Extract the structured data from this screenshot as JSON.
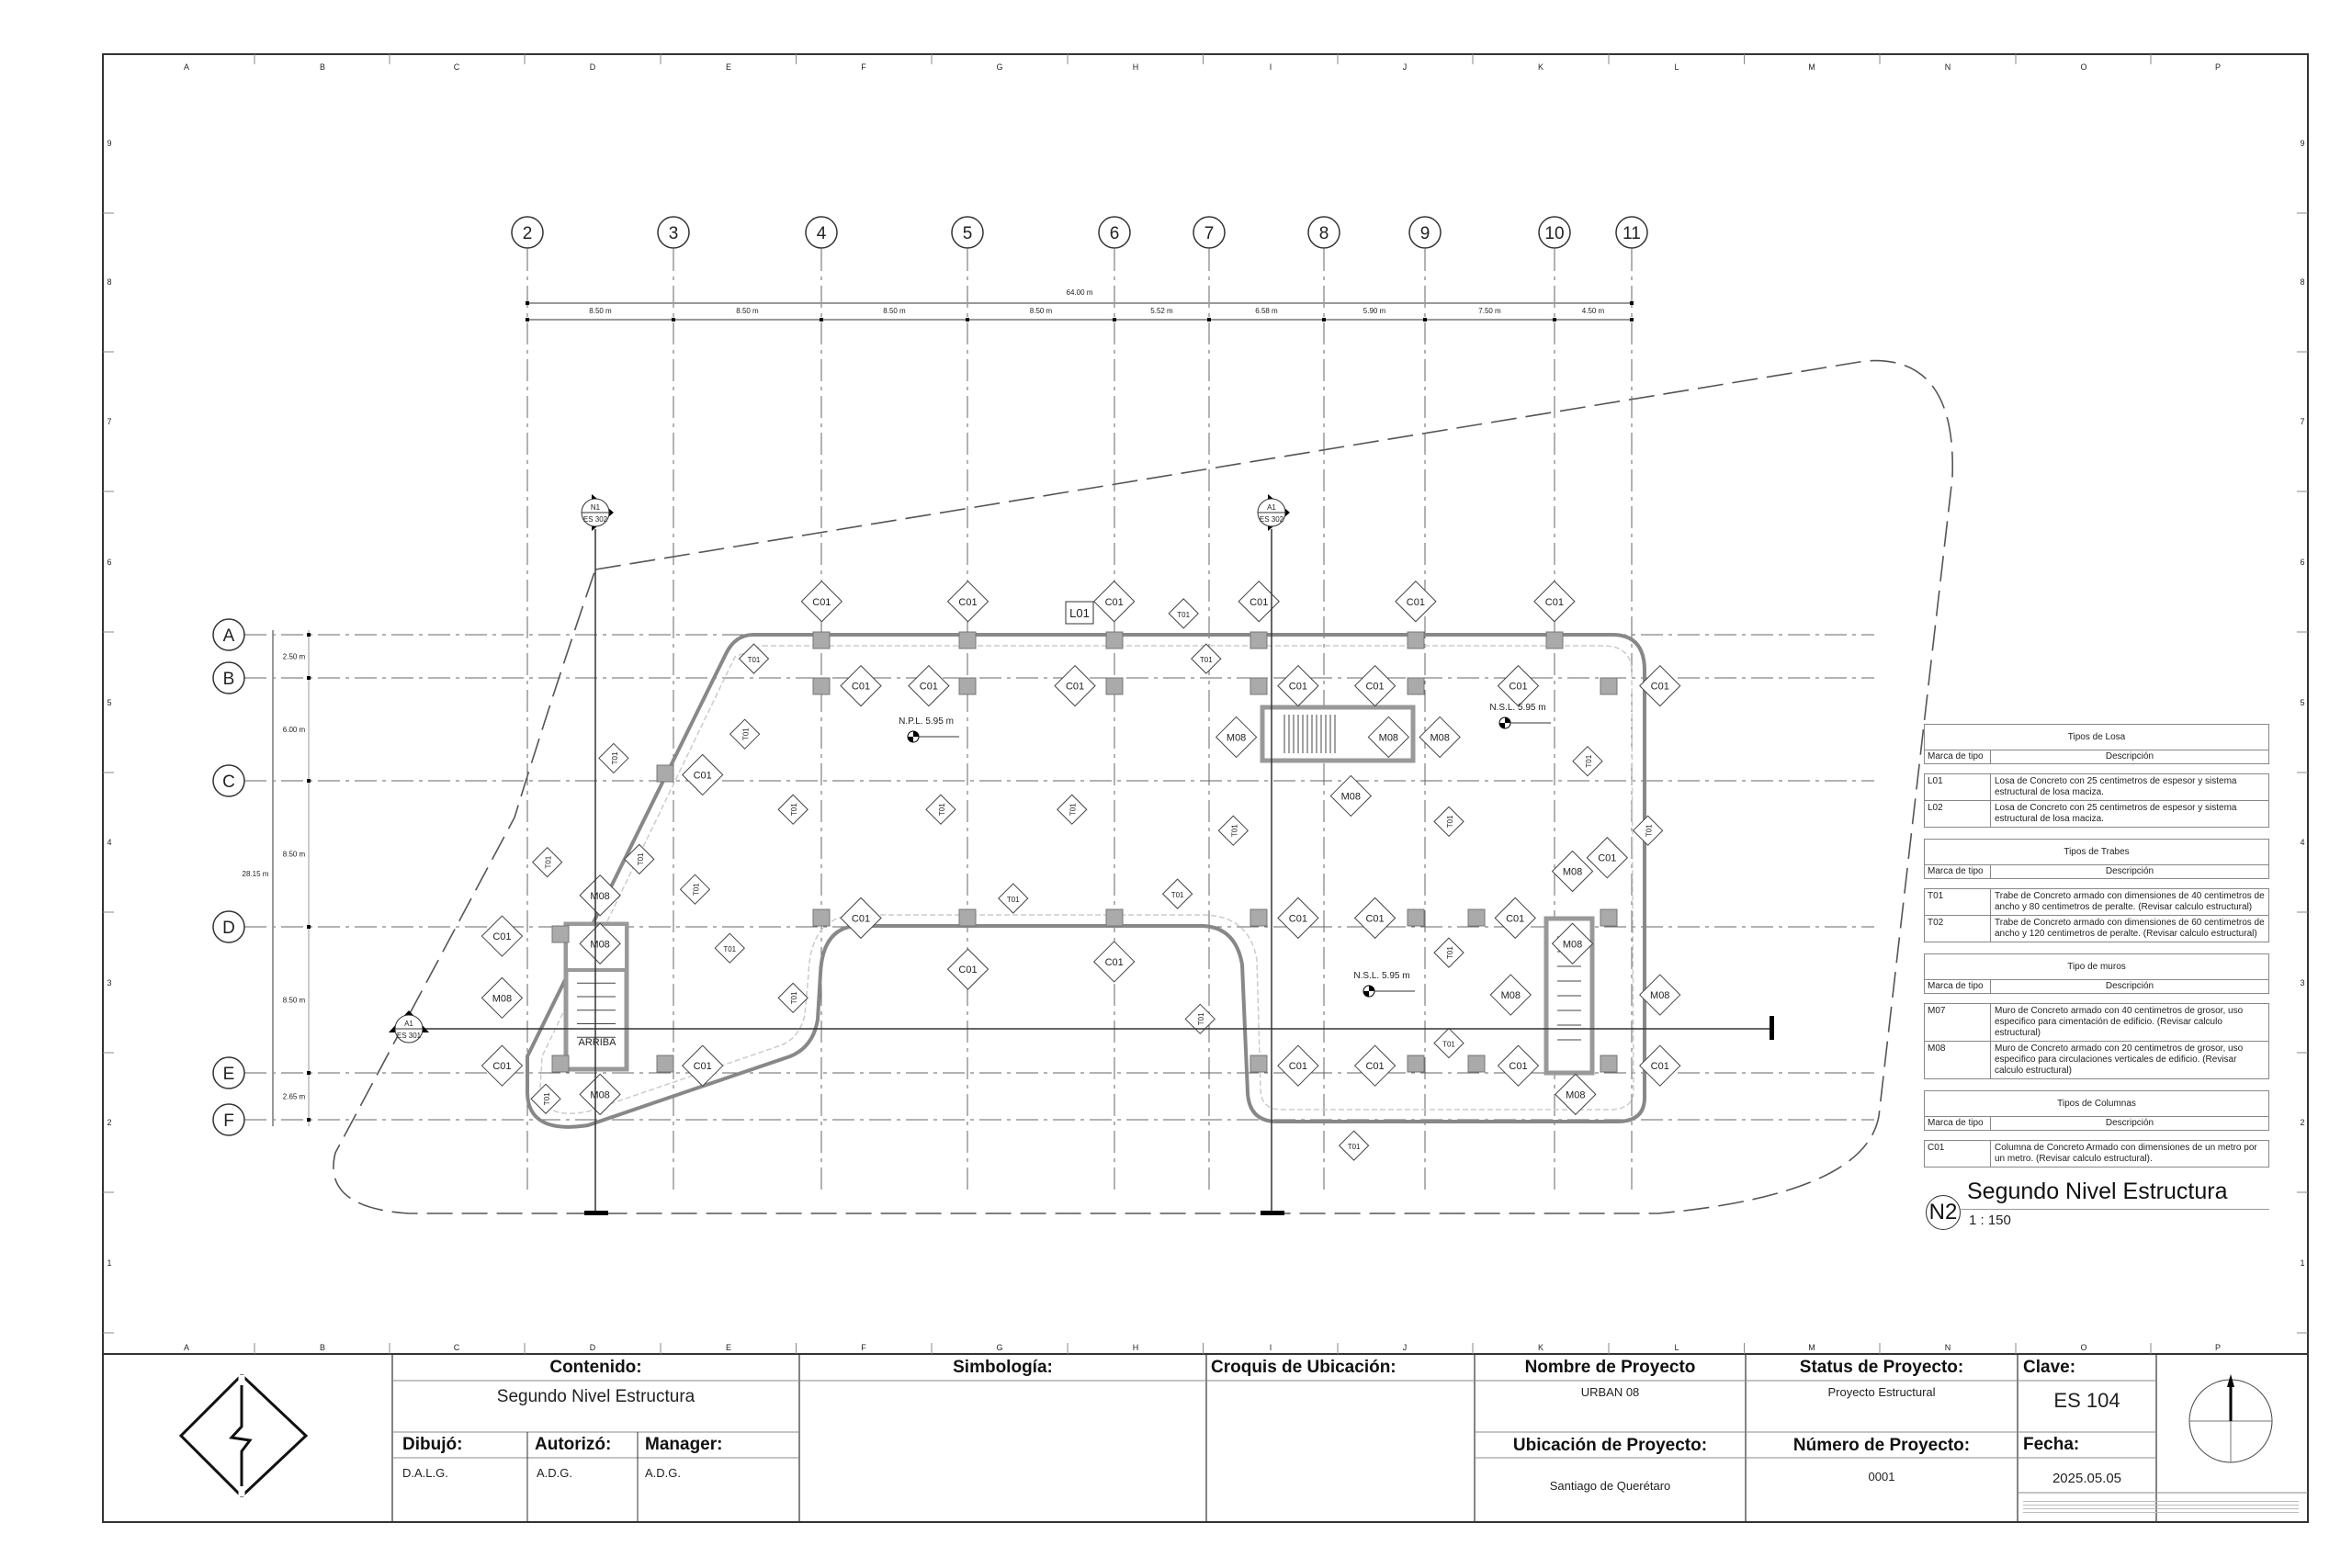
{
  "sheet": {
    "columns": [
      "A",
      "B",
      "C",
      "D",
      "E",
      "F",
      "G",
      "H",
      "I",
      "J",
      "K",
      "L",
      "M",
      "N",
      "O",
      "P"
    ],
    "rows": [
      "9",
      "8",
      "7",
      "6",
      "5",
      "4",
      "3",
      "2",
      "1"
    ]
  },
  "plan": {
    "grid_x": [
      "2",
      "3",
      "4",
      "5",
      "6",
      "7",
      "8",
      "9",
      "10",
      "11"
    ],
    "grid_y": [
      "A",
      "B",
      "C",
      "D",
      "E",
      "F"
    ],
    "dim_total_x": "64.00 m",
    "dims_x": [
      "8.50 m",
      "8.50 m",
      "8.50 m",
      "8.50 m",
      "5.52 m",
      "6.58 m",
      "5.90 m",
      "7.50 m",
      "4.50 m"
    ],
    "dim_total_y": "28.15 m",
    "dims_y": [
      "2.50 m",
      "6.00 m",
      "8.50 m",
      "8.50 m",
      "2.65 m"
    ],
    "tags": {
      "c01": "C01",
      "t01": "T01",
      "m08": "M08",
      "l01": "L01"
    },
    "levels": {
      "npl": "N.P.L. 5.95 m",
      "nsl1": "N.S.L. 5.95 m",
      "nsl2": "N.S.L. 5.95 m"
    },
    "stair_label": "ARRIBA",
    "sections": [
      {
        "id": "N1",
        "sheet": "ES 302"
      },
      {
        "id": "A1",
        "sheet": "ES 302"
      },
      {
        "id": "A1",
        "sheet": "ES 301"
      }
    ]
  },
  "legend": {
    "losa": {
      "title": "Tipos de Losa",
      "col1": "Marca de tipo",
      "col2": "Descripción",
      "rows": [
        {
          "mark": "L01",
          "desc": "Losa de Concreto con 25 centimetros de espesor y sistema estructural de losa maciza."
        },
        {
          "mark": "L02",
          "desc": "Losa de Concreto con 25 centimetros de espesor y sistema estructural de losa maciza."
        }
      ]
    },
    "trabes": {
      "title": "Tipos de Trabes",
      "col1": "Marca de tipo",
      "col2": "Descripción",
      "rows": [
        {
          "mark": "T01",
          "desc": "Trabe de Concreto armado con dimensiones de 40 centimetros de ancho y 80 centimetros de peralte. (Revisar calculo estructural)"
        },
        {
          "mark": "T02",
          "desc": "Trabe de Concreto armado con dimensiones de 60 centimetros de ancho y 120 centimetros de peralte. (Revisar calculo estructural)"
        }
      ]
    },
    "muros": {
      "title": "Tipo de muros",
      "col1": "Marca de tipo",
      "col2": "Descripción",
      "rows": [
        {
          "mark": "M07",
          "desc": "Muro de Concreto armado con 40 centimetros de grosor, uso especifico para cimentación de edificio. (Revisar calculo estructural)"
        },
        {
          "mark": "M08",
          "desc": "Muro de Concreto armado con 20 centimetros de grosor, uso especifico para circulaciones verticales de edificio. (Revisar calculo estructural)"
        }
      ]
    },
    "columnas": {
      "title": "Tipos de Columnas",
      "col1": "Marca de tipo",
      "col2": "Descripción",
      "rows": [
        {
          "mark": "C01",
          "desc": "Columna de Concreto Armado con dimensiones de un metro por un metro. (Revisar calculo estructural)."
        }
      ]
    }
  },
  "view": {
    "tag": "N2",
    "title": "Segundo Nivel Estructura",
    "scale": "1 : 150"
  },
  "titleblock": {
    "contenido_label": "Contenido:",
    "contenido": "Segundo Nivel Estructura",
    "dibujo_label": "Dibujó:",
    "dibujo": "D.A.L.G.",
    "autorizo_label": "Autorizó:",
    "autorizo": "A.D.G.",
    "manager_label": "Manager:",
    "manager": "A.D.G.",
    "simbologia_label": "Simbología:",
    "croquis_label": "Croquis de Ubicación:",
    "nombre_label": "Nombre de Proyecto",
    "nombre": "URBAN 08",
    "status_label": "Status de Proyecto:",
    "status": "Proyecto Estructural",
    "ubicacion_label": "Ubicación de Proyecto:",
    "ubicacion": "Santiago de Querétaro",
    "numero_label": "Número de Proyecto:",
    "numero": "0001",
    "clave_label": "Clave:",
    "clave": "ES 104",
    "fecha_label": "Fecha:",
    "fecha": "2025.05.05"
  }
}
